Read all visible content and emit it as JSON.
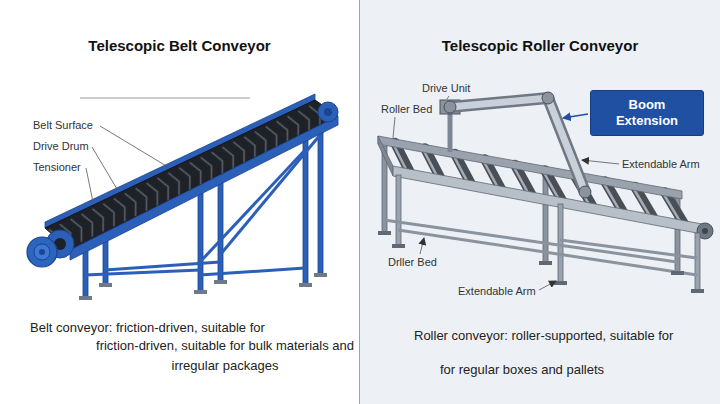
{
  "diagram": {
    "nodes": [
      {
        "text": [
          "Telescopic Belt Conveyor",
          "Belt conveyor: friction-driven, suitable for",
          "friction-driven, suitable for bulk materials and irregular packages"
        ]
      },
      {
        "text": [
          "Telescopic Roller Conveyor",
          "Roller conveyor: roller-supported, suitable for",
          "for regular boxes and pallets"
        ]
      },
      {
        "text": [
          "Boom Extension"
        ],
        "in": 1
      }
    ],
    "labels": [
      "Belt Surface",
      "Drive Drum",
      "Tensioner",
      "Drive Unit",
      "Roller Bed",
      "Extendable Arm",
      "Drller Bed",
      "Extendable Arm"
    ]
  }
}
